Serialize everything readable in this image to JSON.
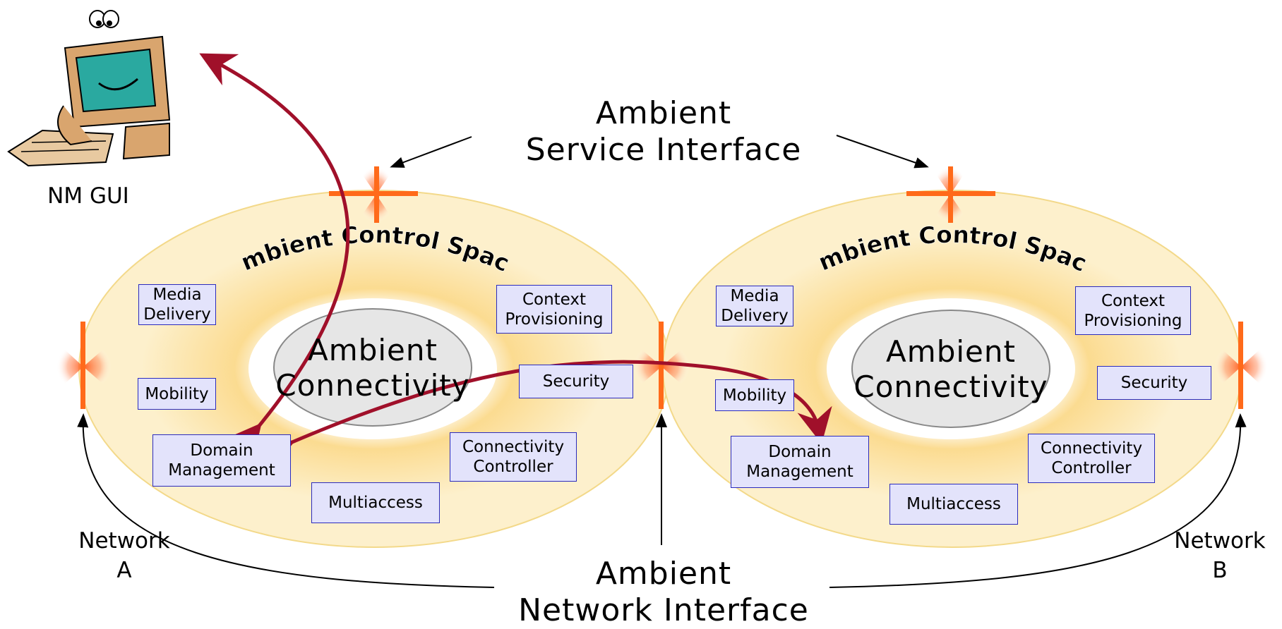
{
  "diagram": {
    "nm_gui_label": "NM GUI",
    "service_interface": [
      "Ambient",
      "Service Interface"
    ],
    "network_interface": [
      "Ambient",
      "Network Interface"
    ],
    "network_a": [
      "Network",
      "A"
    ],
    "network_b": [
      "Network",
      "B"
    ],
    "colors": {
      "ellipse_fill": "#fce7b1",
      "arrow_red": "#a0102a",
      "bar_orange": "#ff6a1a",
      "box_fill": "#e3e3fb",
      "box_border": "#2b2bbd"
    },
    "networks": [
      {
        "control_space_label": "Ambient Control Space",
        "core_label": [
          "Ambient",
          "Connectivity"
        ],
        "modules": {
          "media_delivery": [
            "Media",
            "Delivery"
          ],
          "context_provisioning": [
            "Context",
            "Provisioning"
          ],
          "mobility": [
            "Mobility"
          ],
          "security": [
            "Security"
          ],
          "domain_management": [
            "Domain",
            "Management"
          ],
          "connectivity_controller": [
            "Connectivity",
            "Controller"
          ],
          "multiaccess": [
            "Multiaccess"
          ]
        }
      },
      {
        "control_space_label": "Ambient Control Space",
        "core_label": [
          "Ambient",
          "Connectivity"
        ],
        "modules": {
          "media_delivery": [
            "Media",
            "Delivery"
          ],
          "context_provisioning": [
            "Context",
            "Provisioning"
          ],
          "mobility": [
            "Mobility"
          ],
          "security": [
            "Security"
          ],
          "domain_management": [
            "Domain",
            "Management"
          ],
          "connectivity_controller": [
            "Connectivity",
            "Controller"
          ],
          "multiaccess": [
            "Multiaccess"
          ]
        }
      }
    ]
  }
}
